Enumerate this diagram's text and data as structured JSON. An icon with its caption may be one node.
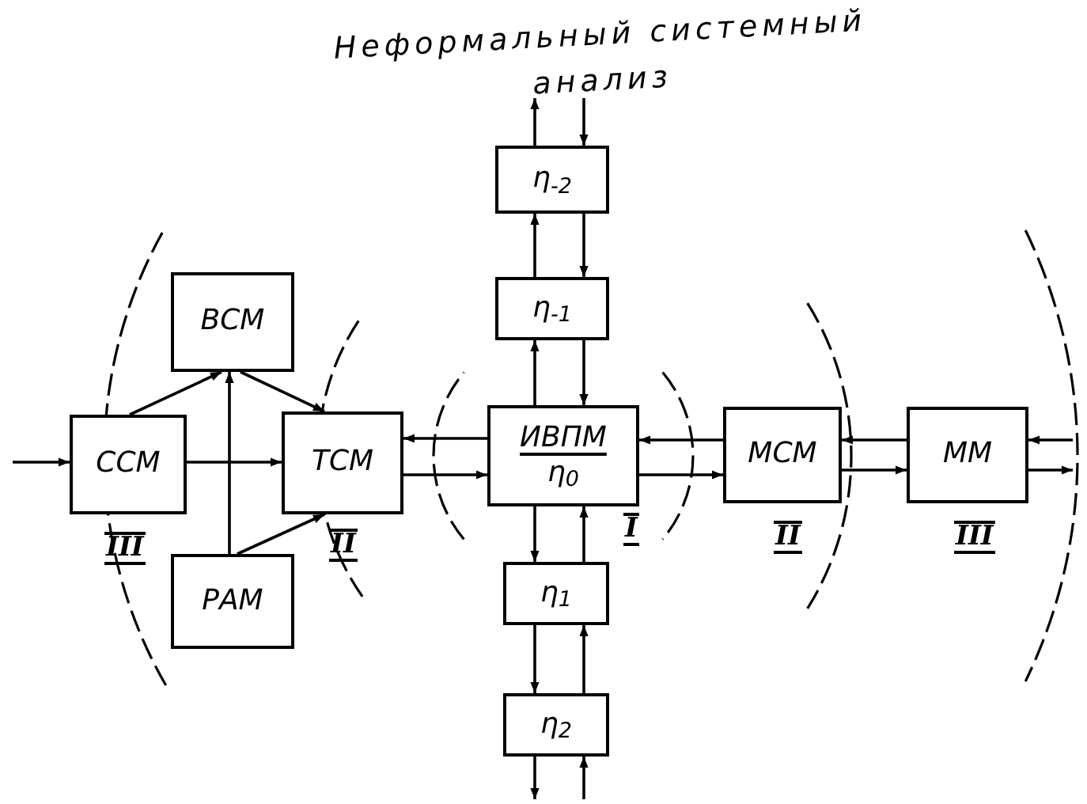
{
  "diagram": {
    "title": "Неформальный системный анализ",
    "nodes": [
      {
        "text": [
          "ВСМ"
        ]
      },
      {
        "text": [
          "ССМ"
        ],
        "beside": [
          "III"
        ]
      },
      {
        "text": [
          "ТСМ"
        ],
        "beside": [
          "II"
        ]
      },
      {
        "text": [
          "РАМ"
        ]
      },
      {
        "text": [
          "ИВПМ",
          "η$_{0}$"
        ],
        "beside": [
          "I"
        ]
      },
      {
        "text": [
          "η$_{-2}$"
        ]
      },
      {
        "text": [
          "η$_{-1}$"
        ]
      },
      {
        "text": [
          "η$_{1}$"
        ]
      },
      {
        "text": [
          "η$_{2}$"
        ]
      },
      {
        "text": [
          "МСМ"
        ],
        "beside": [
          "II"
        ]
      },
      {
        "text": [
          "ММ"
        ],
        "beside": [
          "III"
        ]
      }
    ],
    "edges": [
      {
        "from": null,
        "to": 1,
        "arrow": "to"
      },
      {
        "from": 1,
        "to": 2,
        "arrow": "to"
      },
      {
        "from": 1,
        "to": 0,
        "arrow": "to"
      },
      {
        "from": 3,
        "to": 0,
        "arrow": "to"
      },
      {
        "from": 0,
        "to": 2,
        "arrow": "to"
      },
      {
        "from": 3,
        "to": 2,
        "arrow": "to"
      },
      {
        "from": 4,
        "to": 2,
        "arrow": "to"
      },
      {
        "from": 2,
        "to": 4,
        "arrow": "to"
      },
      {
        "from": 4,
        "to": 6,
        "arrow": "to"
      },
      {
        "from": 6,
        "to": 4,
        "arrow": "to"
      },
      {
        "from": 6,
        "to": 5,
        "arrow": "to"
      },
      {
        "from": 5,
        "to": 6,
        "arrow": "to"
      },
      {
        "from": 5,
        "to": null,
        "arrow": "to"
      },
      {
        "from": null,
        "to": 5,
        "arrow": "to"
      },
      {
        "from": 4,
        "to": 7,
        "arrow": "to"
      },
      {
        "from": 7,
        "to": 4,
        "arrow": "to"
      },
      {
        "from": 7,
        "to": 8,
        "arrow": "to"
      },
      {
        "from": 8,
        "to": 7,
        "arrow": "to"
      },
      {
        "from": 8,
        "to": null,
        "arrow": "to"
      },
      {
        "from": null,
        "to": 8,
        "arrow": "to"
      },
      {
        "from": 9,
        "to": 4,
        "arrow": "to"
      },
      {
        "from": 4,
        "to": 9,
        "arrow": "to"
      },
      {
        "from": 10,
        "to": 9,
        "arrow": "to"
      },
      {
        "from": 9,
        "to": 10,
        "arrow": "to"
      },
      {
        "from": null,
        "to": 10,
        "arrow": "to"
      },
      {
        "from": 10,
        "to": null,
        "arrow": "to"
      }
    ]
  }
}
